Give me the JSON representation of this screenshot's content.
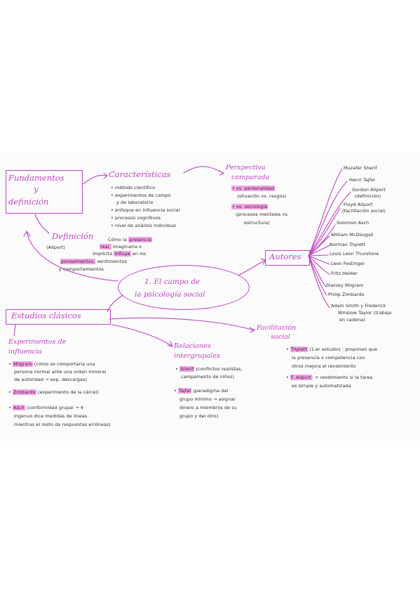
{
  "colors": {
    "accent": "#c043c4",
    "ink": "#2b2b2b",
    "highlight": "#f3a6e6",
    "paper": "#fbfbfb"
  },
  "center": {
    "line1": "1. El campo de",
    "line2": "la psicología social"
  },
  "fundamentos": {
    "line1": "Fundamentos",
    "line2": "y",
    "line3": "definición"
  },
  "caracteristicas": {
    "title": "Características",
    "items": [
      "• método científico",
      "• experimentos de campo",
      "y de laboratorio",
      "• enfoque en influencia social",
      "• procesos cognitivos",
      "• nivel de análisis individual"
    ]
  },
  "perspectiva": {
    "title1": "Perspectiva",
    "title2": "comparada",
    "psico_hl": "• vs. personalidad",
    "psico_note": "(situación vs. rasgos)",
    "socio_hl": "• vs. sociología",
    "socio_note": "(procesos mentales vs.",
    "socio_note2": "estructura)"
  },
  "definicion": {
    "title": "Definición",
    "author": "(Allport)",
    "l1a": "Cómo la",
    "l1hl": "presencia",
    "l2hl": "real,",
    "l2b": "imaginaria o",
    "l3a": "implícita",
    "l3hl": "influye",
    "l3b": "en los",
    "l4hl": "pensamientos,",
    "l4b": "sentimientos",
    "l5": "y comportamientos"
  },
  "autores": {
    "title": "Autores",
    "list": [
      "Muzafer Sherif",
      "Henri Tajfel",
      "Gordon Allport",
      "(definición)",
      "Floyd Allport",
      "(facilitación social)",
      "Solomon Asch",
      "William McDougall",
      "Norman Triplett",
      "Louis Leon Thurstone",
      "Leon Festinger",
      "Fritz Heider",
      "Stanley Milgram",
      "Philip Zimbardo",
      "Adam Smith y Frederick",
      "Winslow Taylor (trabajo",
      "en cadena)"
    ]
  },
  "estudios": {
    "title": "Estudios clásicos"
  },
  "experimentos": {
    "title1": "Experimentos de",
    "title2": "influencia",
    "milgram_hl": "Milgram",
    "milgram_1": "(cómo se comportaría una",
    "milgram_2": "persona normal ante una orden inmoral",
    "milgram_3": "de autoridad → exp. descargas)",
    "zimbardo_hl": "Zimbardo",
    "zimbardo_1": "(experimento de la cárcel)",
    "asch_hl": "Asch",
    "asch_1": "(conformidad grupal → 4",
    "asch_2": "ingenuo dice medidas de líneas",
    "asch_3": "mientras el resto da respuestas erróneas)"
  },
  "relaciones": {
    "title1": "Relaciones",
    "title2": "intergrupales",
    "sherif_hl": "Sherif",
    "sherif_1": "(conflictos realistas,",
    "sherif_2": "campamento de niños)",
    "tajfel_hl": "Tajfel",
    "tajfel_1": "(paradigma del",
    "tajfel_2": "grupo mínimo → asignar",
    "tajfel_3": "dinero a miembros de su",
    "tajfel_4": "grupo y del otro)"
  },
  "facilitacion": {
    "title1": "Facilitación",
    "title2": "social",
    "triplett_hl": "Triplett",
    "triplett_1": "(1.er estudio) : proponen que",
    "triplett_2": "la presencia o competencia con",
    "triplett_3": "otros mejora el rendimiento",
    "allport_hl": "F. Allport",
    "allport_1": ": + rendimiento si la tarea",
    "allport_2": "es simple y automatizada"
  }
}
